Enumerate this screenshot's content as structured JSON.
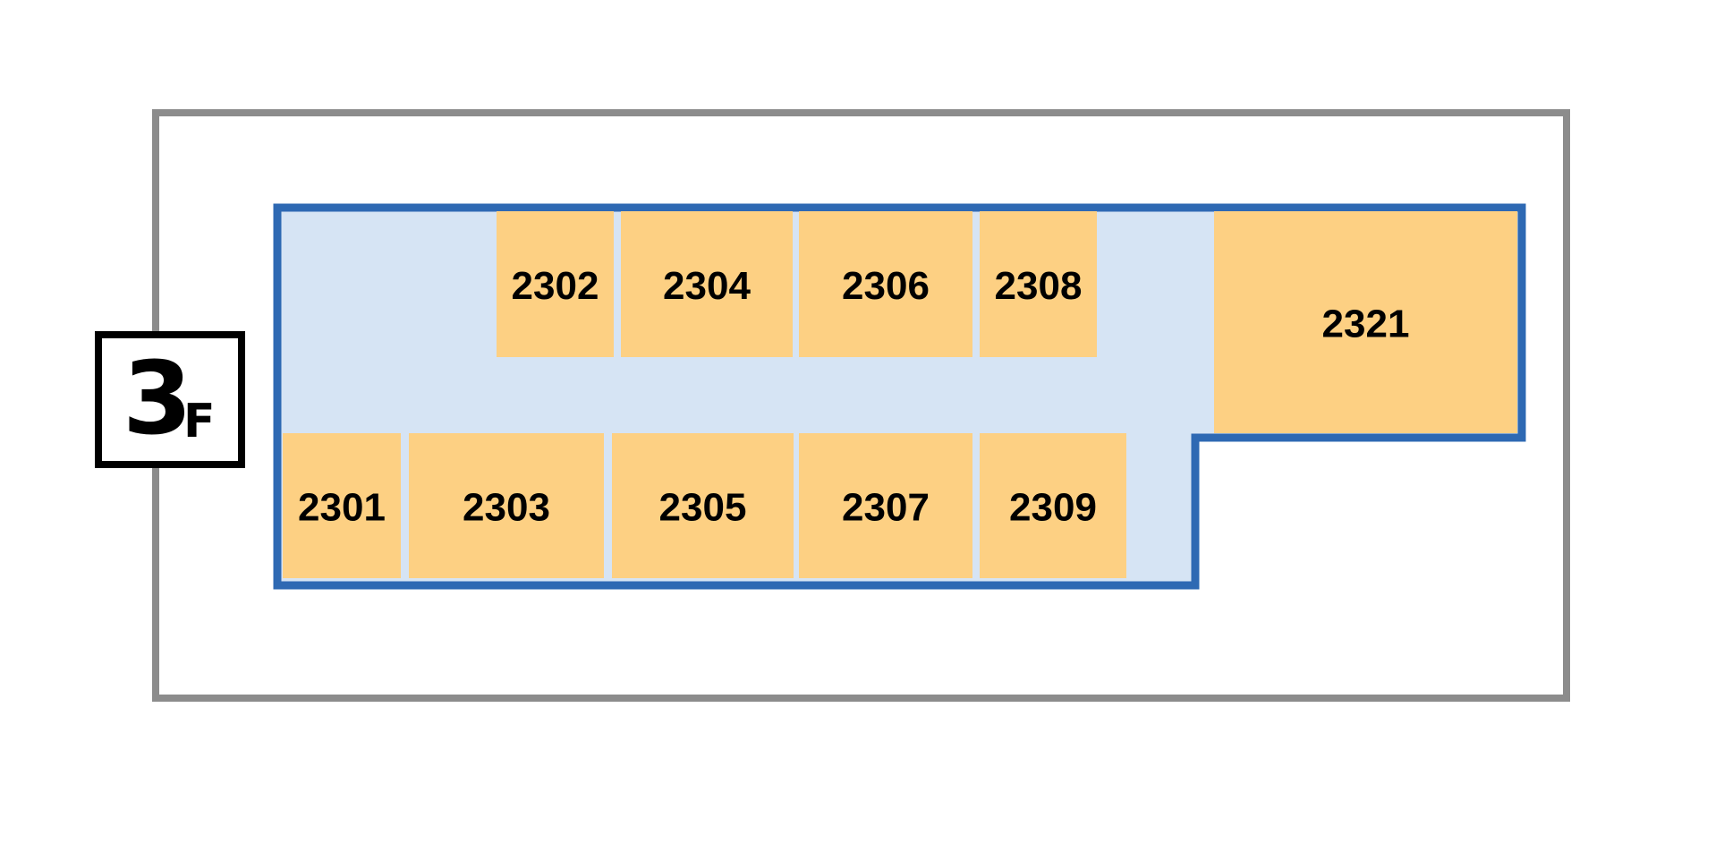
{
  "floor": {
    "number": "3",
    "suffix": "F"
  },
  "colors": {
    "building_outline": "#8c8c8c",
    "floor_outline": "#2e69b3",
    "corridor": "#d6e4f4",
    "room": "#fdd083",
    "room_divider": "#dcdcdc",
    "label": "#000000",
    "badge_border": "#000000",
    "badge_fill": "#ffffff"
  },
  "rooms": [
    {
      "id": "2302",
      "label": "2302"
    },
    {
      "id": "2304",
      "label": "2304"
    },
    {
      "id": "2306",
      "label": "2306"
    },
    {
      "id": "2308",
      "label": "2308"
    },
    {
      "id": "2321",
      "label": "2321"
    },
    {
      "id": "2301",
      "label": "2301"
    },
    {
      "id": "2303",
      "label": "2303"
    },
    {
      "id": "2305",
      "label": "2305"
    },
    {
      "id": "2307",
      "label": "2307"
    },
    {
      "id": "2309",
      "label": "2309"
    }
  ]
}
